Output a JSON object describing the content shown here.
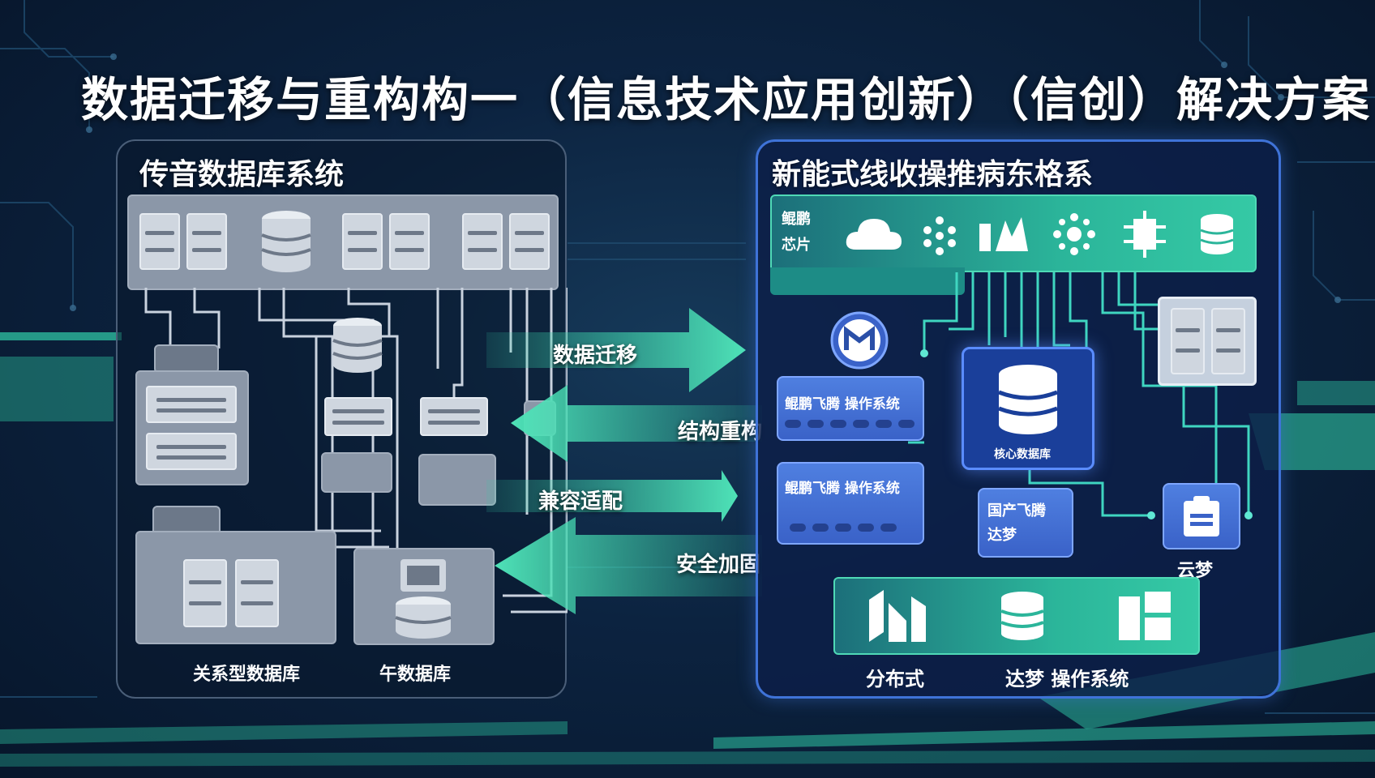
{
  "title": "数据迁移与重构构一（信息技术应用创新）（信创）解决方案",
  "left_panel": {
    "title": "传音数据库系统",
    "label_relational": "关系型数据库",
    "label_other": "午数据库"
  },
  "arrows": {
    "migrate": "数据迁移",
    "restructure": "结构重构",
    "compat": "兼容适配",
    "security": "安全加固"
  },
  "right_panel": {
    "title": "新能式线收操推病东格系",
    "brand_line1": "鲲鹏",
    "brand_line2": "芯片",
    "card1": "鲲鹏飞腾 操作系统",
    "card2": "鲲鹏飞腾 操作系统",
    "core_label": "核心数据库",
    "card3_line1": "国产飞腾",
    "card3_line2": "达梦",
    "side_label": "云梦",
    "bottom_left": "分布式",
    "bottom_right": "达梦 操作系统"
  },
  "colors": {
    "accent_green": "#35c9a5",
    "accent_blue": "#3f73d8",
    "panel_grey": "#8b97a8"
  }
}
